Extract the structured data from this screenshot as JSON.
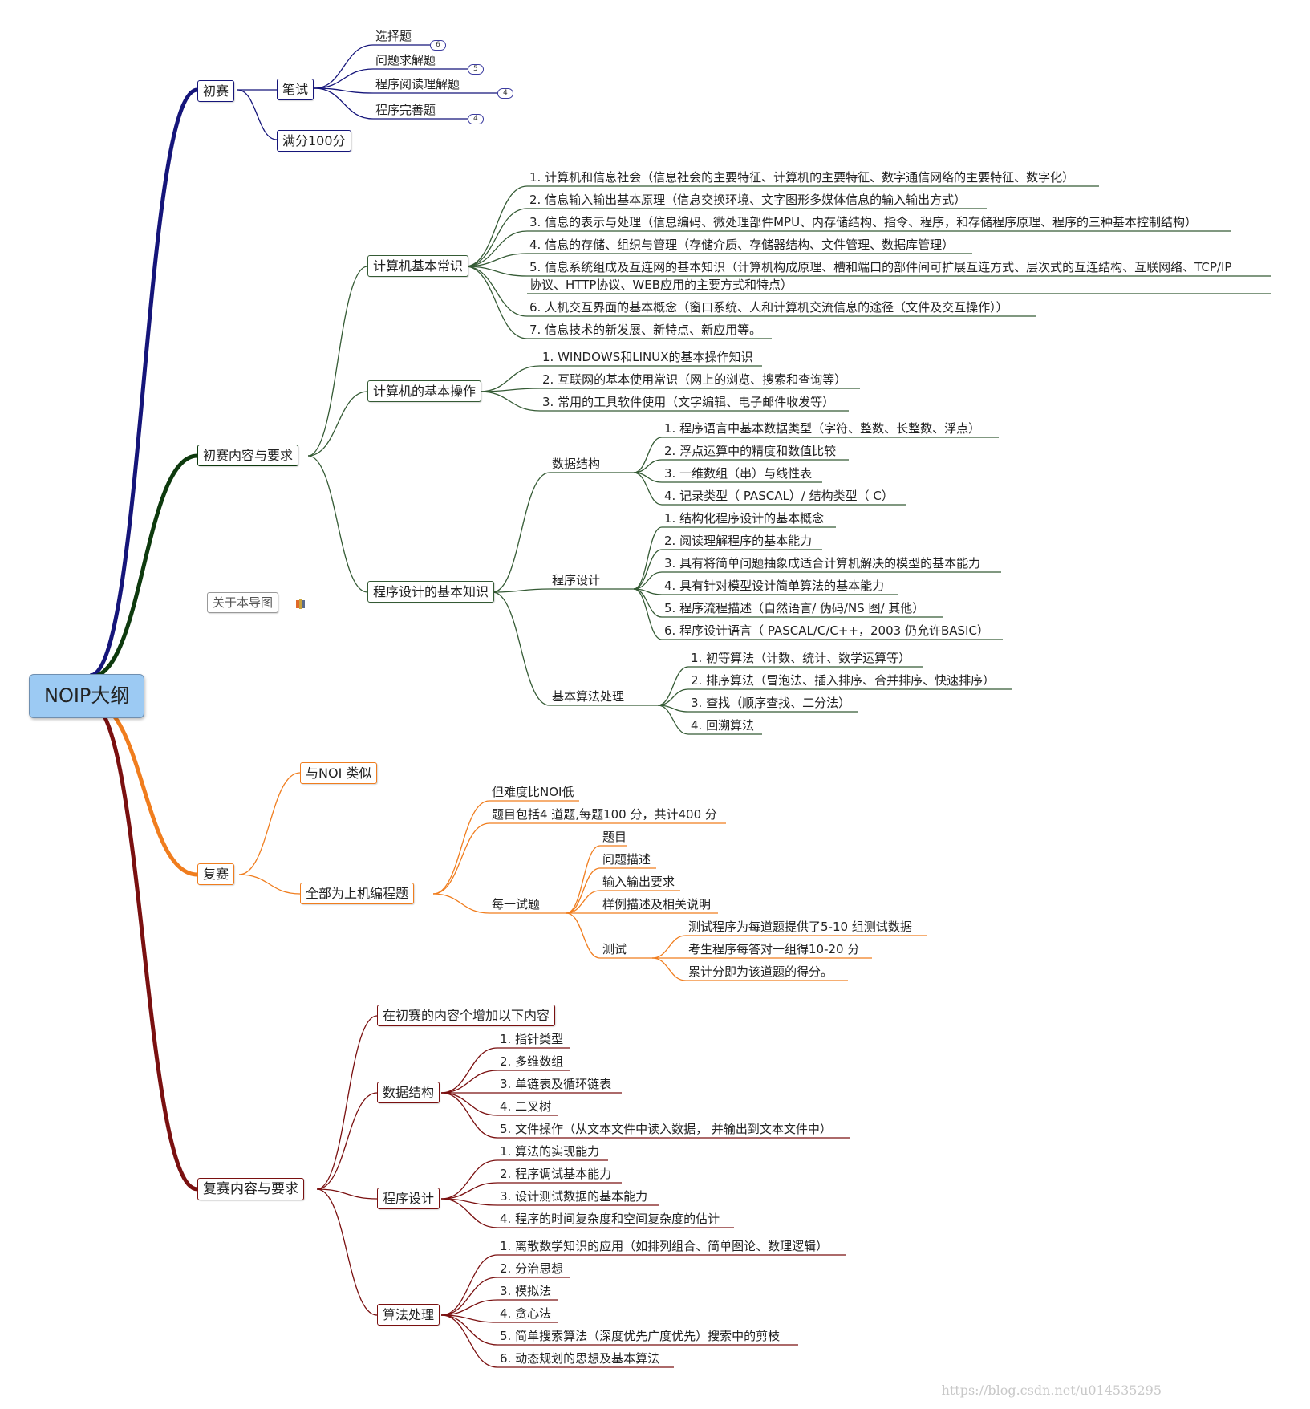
{
  "root": {
    "label": "NOIP大纲"
  },
  "about": {
    "label": "关于本导图"
  },
  "watermark": "https://blog.csdn.net/u014535295",
  "colors": {
    "navy": "#15157a",
    "dark_green": "#0e3a0e",
    "orange": "#f07d1e",
    "dark_red": "#7a1010",
    "green": "#355b35",
    "root_fill": "#9ccaf3"
  },
  "preliminary": {
    "label": "初赛",
    "written": {
      "label": "笔试",
      "items": [
        {
          "label": "选择题",
          "count": "6"
        },
        {
          "label": "问题求解题",
          "count": "5"
        },
        {
          "label": "程序阅读理解题",
          "count": "4"
        },
        {
          "label": "程序完善题",
          "count": "4"
        }
      ]
    },
    "full_score": "满分100分"
  },
  "preliminary_req": {
    "label": "初赛内容与要求",
    "basic_knowledge": {
      "label": "计算机基本常识",
      "items": [
        "1. 计算机和信息社会（信息社会的主要特征、计算机的主要特征、数字通信网络的主要特征、数字化）",
        "2. 信息输入输出基本原理（信息交换环境、文字图形多媒体信息的输入输出方式）",
        "3. 信息的表示与处理（信息编码、微处理部件MPU、内存储结构、指令、程序，和存储程序原理、程序的三种基本控制结构）",
        "4. 信息的存储、组织与管理（存储介质、存储器结构、文件管理、数据库管理）",
        "5. 信息系统组成及互连网的基本知识（计算机构成原理、槽和端口的部件间可扩展互连方式、层次式的互连结构、互联网络、TCP/IP",
        "协议、HTTP协议、WEB应用的主要方式和特点）",
        "6. 人机交互界面的基本概念（窗口系统、人和计算机交流信息的途径（文件及交互操作））",
        "7. 信息技术的新发展、新特点、新应用等。"
      ]
    },
    "basic_ops": {
      "label": "计算机的基本操作",
      "items": [
        "1. WINDOWS和LINUX的基本操作知识",
        "2. 互联网的基本使用常识（网上的浏览、搜索和查询等）",
        "3. 常用的工具软件使用（文字编辑、电子邮件收发等）"
      ]
    },
    "programming": {
      "label": "程序设计的基本知识",
      "data_structures": {
        "label": "数据结构",
        "items": [
          "1. 程序语言中基本数据类型（字符、整数、长整数、浮点）",
          "2. 浮点运算中的精度和数值比较",
          "3. 一维数组（串）与线性表",
          "4. 记录类型（ PASCAL）/ 结构类型（ C）"
        ]
      },
      "program_design": {
        "label": "程序设计",
        "items": [
          "1. 结构化程序设计的基本概念",
          "2. 阅读理解程序的基本能力",
          "3. 具有将简单问题抽象成适合计算机解决的模型的基本能力",
          "4. 具有针对模型设计简单算法的基本能力",
          "5. 程序流程描述（自然语言/ 伪码/NS 图/ 其他）",
          "6. 程序设计语言（ PASCAL/C/C++，2003 仍允许BASIC）"
        ]
      },
      "algorithms": {
        "label": "基本算法处理",
        "items": [
          "1. 初等算法（计数、统计、数学运算等）",
          "2. 排序算法（冒泡法、插入排序、合并排序、快速排序）",
          "3. 查找（顺序查找、二分法）",
          "4. 回溯算法"
        ]
      }
    }
  },
  "final": {
    "label": "复赛",
    "similar": "与NOI 类似",
    "all_computer": {
      "label": "全部为上机编程题",
      "difficulty": "但难度比NOI低",
      "questions": "题目包括4 道题,每题100 分，共计400 分",
      "each": {
        "label": "每一试题",
        "items": [
          "题目",
          "问题描述",
          "输入输出要求",
          "样例描述及相关说明"
        ],
        "test": {
          "label": "测试",
          "items": [
            "测试程序为每道题提供了5-10 组测试数据",
            "考生程序每答对一组得10-20 分",
            "累计分即为该道题的得分。"
          ]
        }
      }
    }
  },
  "final_req": {
    "label": "复赛内容与要求",
    "added": "在初赛的内容个增加以下内容",
    "data_structures": {
      "label": "数据结构",
      "items": [
        "1. 指针类型",
        "2. 多维数组",
        "3. 单链表及循环链表",
        "4. 二叉树",
        "5. 文件操作（从文本文件中读入数据， 并输出到文本文件中）"
      ]
    },
    "program_design": {
      "label": "程序设计",
      "items": [
        "1. 算法的实现能力",
        "2. 程序调试基本能力",
        "3. 设计测试数据的基本能力",
        "4. 程序的时间复杂度和空间复杂度的估计"
      ]
    },
    "algorithms": {
      "label": "算法处理",
      "items": [
        "1. 离散数学知识的应用（如排列组合、简单图论、数理逻辑）",
        "2. 分治思想",
        "3. 模拟法",
        "4. 贪心法",
        "5. 简单搜索算法（深度优先广度优先）搜索中的剪枝",
        "6. 动态规划的思想及基本算法"
      ]
    }
  }
}
